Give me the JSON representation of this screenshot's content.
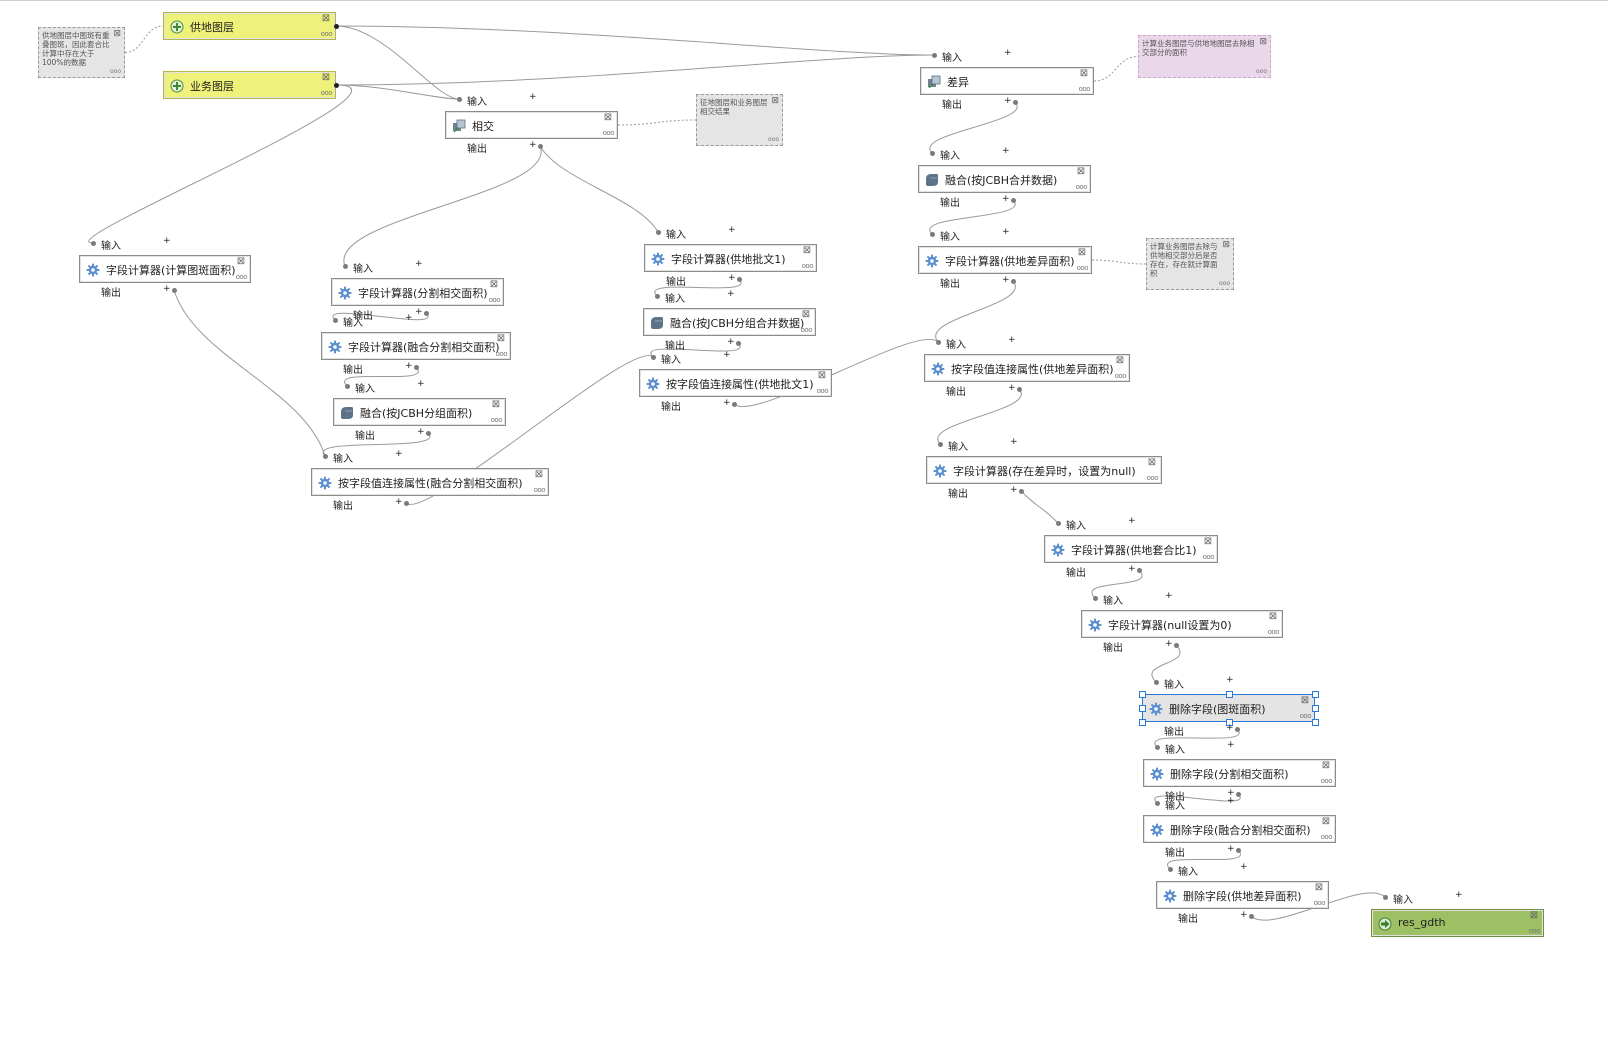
{
  "notes": [
    {
      "id": "n1",
      "text": "供地图层中图斑有重叠图斑，因此套合比计算中存在大于100%的数据",
      "style": "gray"
    },
    {
      "id": "n2",
      "text": "征地图层和业务图层相交结果",
      "style": "gray"
    },
    {
      "id": "n3",
      "text": "计算业务图层与供地地图层去除相交部分的面积",
      "style": "purple"
    },
    {
      "id": "n4",
      "text": "计算业务图层去除与供地相交部分后是否存在，存在就计算面积",
      "style": "gray"
    }
  ],
  "port_labels": {
    "input": "输入",
    "output": "输出"
  },
  "nodes": [
    {
      "id": "a1",
      "label": "供地图层",
      "kind": "input",
      "icon": "input-plus-icon"
    },
    {
      "id": "a2",
      "label": "业务图层",
      "kind": "input",
      "icon": "input-plus-icon"
    },
    {
      "id": "b1",
      "label": "相交",
      "kind": "algo",
      "icon": "overlay-icon"
    },
    {
      "id": "c1",
      "label": "差异",
      "kind": "algo",
      "icon": "overlay-icon"
    },
    {
      "id": "c2",
      "label": "融合(按JCBH合并数据)",
      "kind": "algo",
      "icon": "dissolve-icon"
    },
    {
      "id": "c3",
      "label": "字段计算器(供地差异面积)",
      "kind": "algo",
      "icon": "gear-icon"
    },
    {
      "id": "d1",
      "label": "字段计算器(计算图斑面积)",
      "kind": "algo",
      "icon": "gear-icon"
    },
    {
      "id": "e1",
      "label": "字段计算器(分割相交面积)",
      "kind": "algo",
      "icon": "gear-icon"
    },
    {
      "id": "e2",
      "label": "字段计算器(融合分割相交面积)",
      "kind": "algo",
      "icon": "gear-icon"
    },
    {
      "id": "e3",
      "label": "融合(按JCBH分组面积)",
      "kind": "algo",
      "icon": "dissolve-icon"
    },
    {
      "id": "e4",
      "label": "按字段值连接属性(融合分割相交面积)",
      "kind": "algo",
      "icon": "gear-icon"
    },
    {
      "id": "f1",
      "label": "字段计算器(供地批文1)",
      "kind": "algo",
      "icon": "gear-icon"
    },
    {
      "id": "f2",
      "label": "融合(按JCBH分组合并数据)",
      "kind": "algo",
      "icon": "dissolve-icon"
    },
    {
      "id": "f3",
      "label": "按字段值连接属性(供地批文1)",
      "kind": "algo",
      "icon": "gear-icon"
    },
    {
      "id": "g1",
      "label": "按字段值连接属性(供地差异面积)",
      "kind": "algo",
      "icon": "gear-icon"
    },
    {
      "id": "g2",
      "label": "字段计算器(存在差异时，设置为null)",
      "kind": "algo",
      "icon": "gear-icon"
    },
    {
      "id": "g3",
      "label": "字段计算器(供地套合比1)",
      "kind": "algo",
      "icon": "gear-icon"
    },
    {
      "id": "g4",
      "label": "字段计算器(null设置为0)",
      "kind": "algo",
      "icon": "gear-icon"
    },
    {
      "id": "h1",
      "label": "删除字段(图斑面积)",
      "kind": "algo",
      "icon": "gear-icon",
      "selected": true
    },
    {
      "id": "h2",
      "label": "删除字段(分割相交面积)",
      "kind": "algo",
      "icon": "gear-icon"
    },
    {
      "id": "h3",
      "label": "删除字段(融合分割相交面积)",
      "kind": "algo",
      "icon": "gear-icon"
    },
    {
      "id": "h4",
      "label": "删除字段(供地差异面积)",
      "kind": "algo",
      "icon": "gear-icon"
    },
    {
      "id": "o1",
      "label": "res_gdth",
      "kind": "output",
      "icon": "output-arrow-icon"
    }
  ],
  "connections": [
    [
      "a1",
      "b1"
    ],
    [
      "a2",
      "b1"
    ],
    [
      "a1",
      "c1"
    ],
    [
      "a2",
      "c1"
    ],
    [
      "a2",
      "d1"
    ],
    [
      "b1",
      "e1"
    ],
    [
      "b1",
      "f1"
    ],
    [
      "e1",
      "e2"
    ],
    [
      "e2",
      "e3"
    ],
    [
      "d1",
      "e4"
    ],
    [
      "e3",
      "e4"
    ],
    [
      "f1",
      "f2"
    ],
    [
      "e4",
      "f3"
    ],
    [
      "f2",
      "f3"
    ],
    [
      "c1",
      "c2"
    ],
    [
      "c2",
      "c3"
    ],
    [
      "f3",
      "g1"
    ],
    [
      "c3",
      "g1"
    ],
    [
      "g1",
      "g2"
    ],
    [
      "g2",
      "g3"
    ],
    [
      "g3",
      "g4"
    ],
    [
      "g4",
      "h1"
    ],
    [
      "h1",
      "h2"
    ],
    [
      "h2",
      "h3"
    ],
    [
      "h3",
      "h4"
    ],
    [
      "h4",
      "o1"
    ]
  ]
}
